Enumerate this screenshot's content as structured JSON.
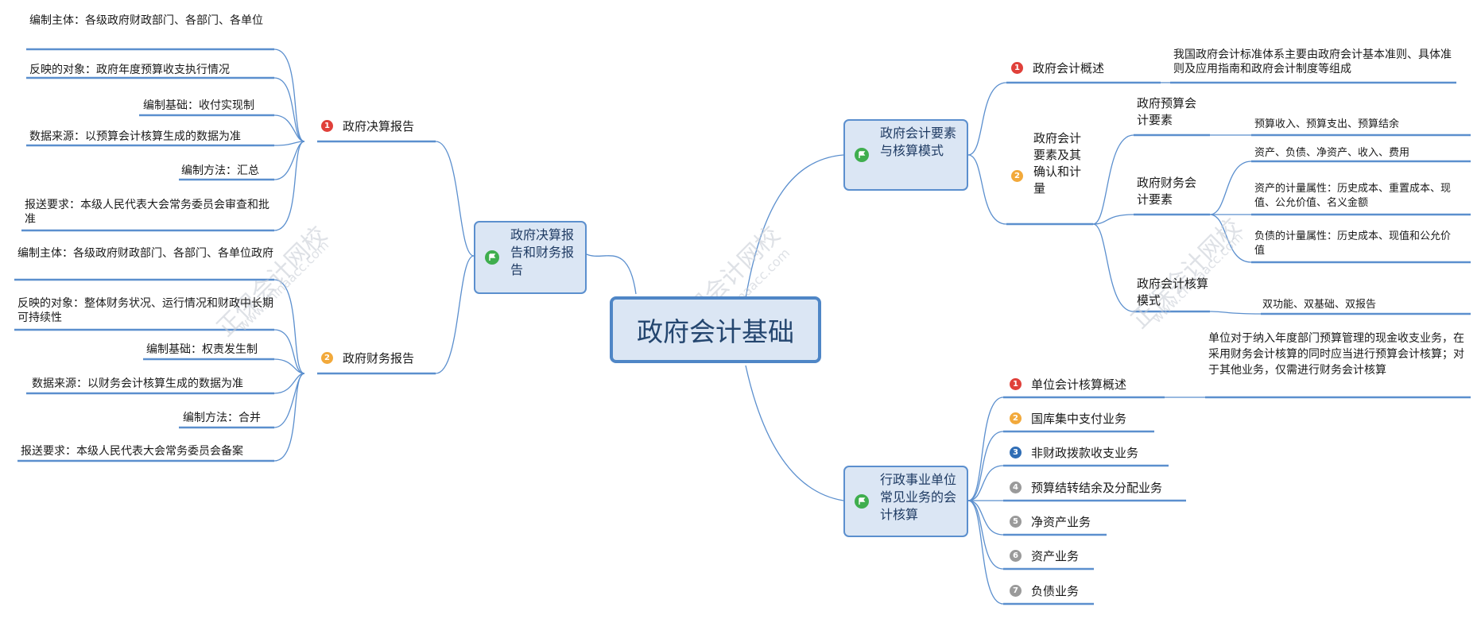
{
  "central": "政府会计基础",
  "left": {
    "topic": "政府决算报告和财务报告",
    "branches": [
      {
        "num": "1",
        "label": "政府决算报告",
        "leaves": [
          "编制主体：各级政府财政部门、各部门、各单位",
          "反映的对象：政府年度预算收支执行情况",
          "编制基础：收付实现制",
          "数据来源：以预算会计核算生成的数据为准",
          "编制方法：汇总",
          "报送要求：本级人民代表大会常务委员会审查和批准"
        ]
      },
      {
        "num": "2",
        "label": "政府财务报告",
        "leaves": [
          "编制主体：各级政府财政部门、各部门、各单位政府",
          "反映的对象：整体财务状况、运行情况和财政中长期可持续性",
          "编制基础：权责发生制",
          "数据来源：以财务会计核算生成的数据为准",
          "编制方法：合并",
          "报送要求：本级人民代表大会常务委员会备案"
        ]
      }
    ]
  },
  "right_top": {
    "topic": "政府会计要素与核算模式",
    "overview": {
      "num": "1",
      "label": "政府会计概述",
      "desc": "我国政府会计标准体系主要由政府会计基本准则、具体准则及应用指南和政府会计制度等组成"
    },
    "elements": {
      "num": "2",
      "label": "政府会计要素及其确认和计量",
      "subs": [
        {
          "label": "政府预算会计要素",
          "leaves": [
            "预算收入、预算支出、预算结余"
          ]
        },
        {
          "label": "政府财务会计要素",
          "leaves": [
            "资产、负债、净资产、收入、费用",
            "资产的计量属性：历史成本、重置成本、现值、公允价值、名义金额",
            "负债的计量属性：历史成本、现值和公允价值"
          ]
        },
        {
          "label": "政府会计核算模式",
          "leaves": [
            "双功能、双基础、双报告"
          ]
        }
      ]
    }
  },
  "right_bottom": {
    "topic": "行政事业单位常见业务的会计核算",
    "items": [
      {
        "num": "1",
        "label": "单位会计核算概述",
        "desc": "单位对于纳入年度部门预算管理的现金收支业务，在采用财务会计核算的同时应当进行预算会计核算；对于其他业务，仅需进行财务会计核算"
      },
      {
        "num": "2",
        "label": "国库集中支付业务"
      },
      {
        "num": "3",
        "label": "非财政拨款收支业务"
      },
      {
        "num": "4",
        "label": "预算结转结余及分配业务"
      },
      {
        "num": "5",
        "label": "净资产业务"
      },
      {
        "num": "6",
        "label": "资产业务"
      },
      {
        "num": "7",
        "label": "负债业务"
      }
    ]
  },
  "watermark": {
    "brand": "正保会计网校",
    "site": "www.chinaacc.com"
  },
  "colors": {
    "line": "#5b8fce",
    "topic_fill": "#dbe6f4",
    "flag": "#3fae4e"
  }
}
